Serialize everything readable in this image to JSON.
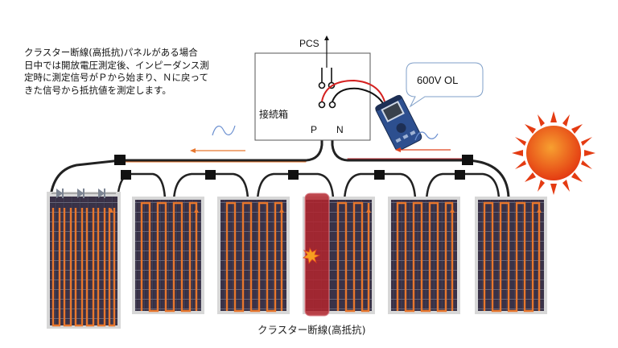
{
  "description_lines": [
    "クラスター断線(高抵抗)パネルがある場合",
    "日中では開放電圧測定後、インピーダンス測",
    "定時に測定信号がＰから始まり、Ｎに戻って",
    "きた信号から抵抗値を測定します。"
  ],
  "pcs_label": "PCS",
  "junction_box_label": "接続箱",
  "terminal_p_label": "P",
  "terminal_n_label": "N",
  "meter_readout": "600V OL",
  "fault_caption": "クラスター断線(高抵抗)",
  "colors": {
    "panel_frame": "#d7d7d7",
    "panel_cell": "#2b2a3c",
    "string_path": "#e8772e",
    "fault_overlay": "#b3262e",
    "signal_arrow": "#e0431f",
    "meter_body": "#2d4f8f",
    "sun": "#e43b12"
  },
  "icons": [
    "sun-icon",
    "tester-icon",
    "switch-icon",
    "bypass-diode-icon",
    "fault-spark-icon",
    "signal-wave-icon"
  ]
}
